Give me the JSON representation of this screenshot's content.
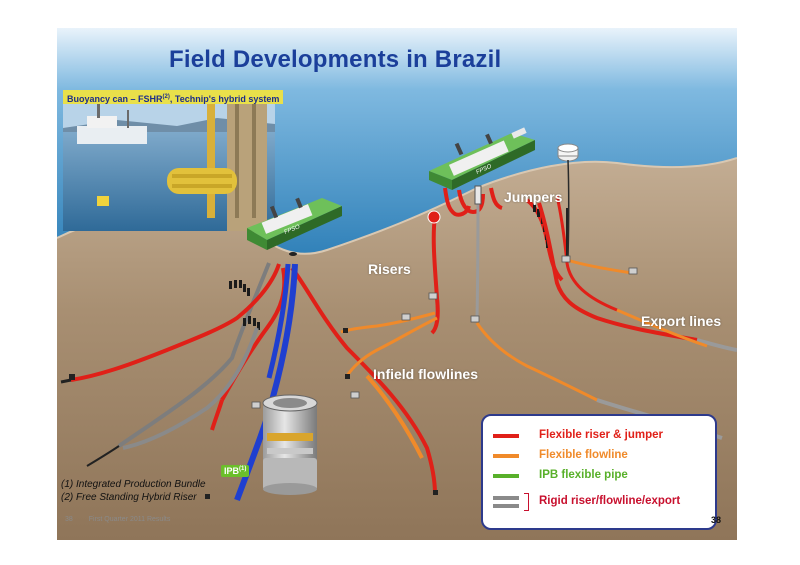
{
  "slide": {
    "title": "Field Developments in Brazil",
    "photo_caption_pre": "Buoyancy can –  FSHR",
    "photo_caption_sup": "(2)",
    "photo_caption_post": ", Technip's hybrid system"
  },
  "labels": {
    "risers": "Risers",
    "jumpers": "Jumpers",
    "export_lines": "Export lines",
    "infield_flowlines": "Infield flowlines",
    "ipb": "IPB",
    "ipb_sup": "(1)",
    "fpso": "FPSO"
  },
  "notes": [
    "(1) Integrated Production Bundle",
    "(2) Free Standing Hybrid Riser"
  ],
  "legend": [
    {
      "text": "Flexible riser & jumper",
      "color": "#e02018",
      "text_color": "#e02018"
    },
    {
      "text": "Flexible flowline",
      "color": "#f08a2a",
      "text_color": "#f08a2a"
    },
    {
      "text": "IPB flexible pipe",
      "color": "#58b02a",
      "text_color": "#58b02a"
    },
    {
      "text": "Rigid riser/flowline/export",
      "color": "#8a8a8a",
      "text_color": "#c8102e"
    }
  ],
  "footer": {
    "page_small": "38",
    "quarter": "First Quarter 2011 Results",
    "page": "38"
  },
  "colors": {
    "sea_top": "#2e7fb7",
    "seabed": "#a88f72",
    "title": "#1b3f9a",
    "flex_riser": "#e02018",
    "flex_flowline": "#f08a2a",
    "ipb_pipe": "#1f3fd0",
    "rigid": "#8a8a8a"
  }
}
